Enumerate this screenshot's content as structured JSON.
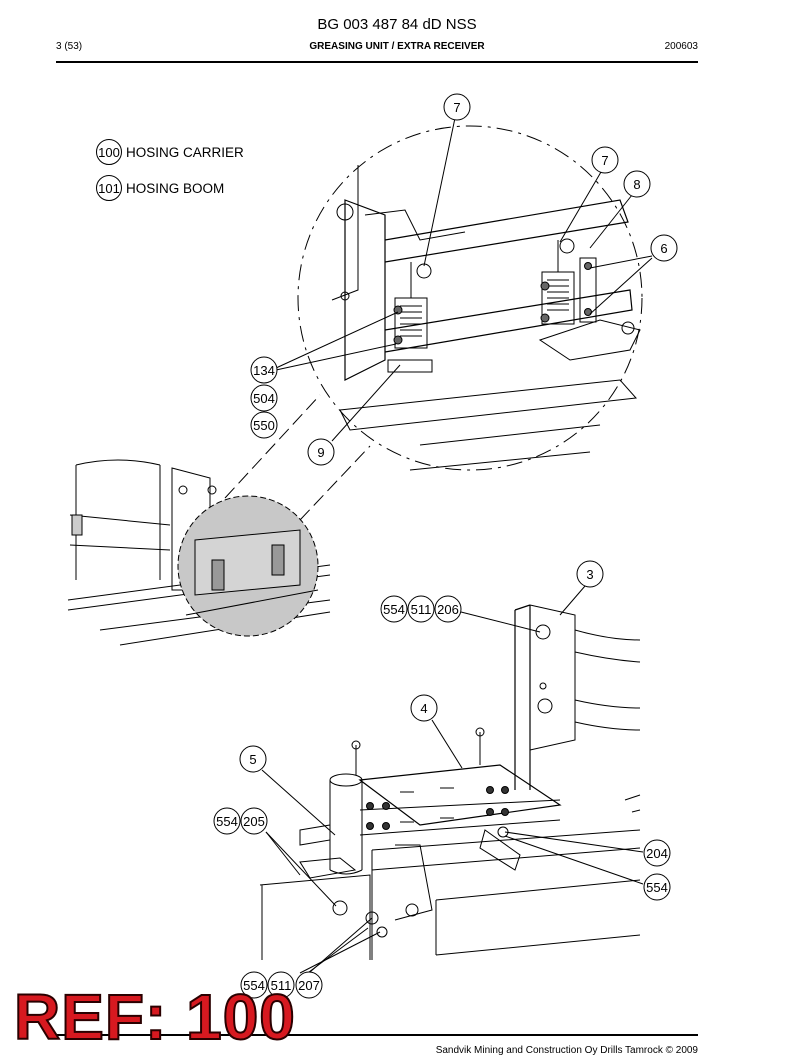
{
  "header": {
    "doc_id": "BG 003 487 84 dD NSS",
    "page": "3 (53)",
    "section": "GREASING UNIT / EXTRA RECEIVER",
    "date": "200603"
  },
  "legend": [
    {
      "num": "100",
      "label": "HOSING CARRIER"
    },
    {
      "num": "101",
      "label": "HOSING BOOM"
    }
  ],
  "callouts": {
    "c7a": "7",
    "c7b": "7",
    "c8": "8",
    "c6": "6",
    "c134": "134",
    "c504": "504",
    "c550": "550",
    "c9": "9",
    "c3": "3",
    "c554a": "554",
    "c511a": "511",
    "c206": "206",
    "c4": "4",
    "c5": "5",
    "c554b": "554",
    "c205": "205",
    "c204": "204",
    "c554c": "554",
    "c554d": "554",
    "c511b": "511",
    "c207": "207"
  },
  "stamp": "REF: 100",
  "footer": {
    "text": "Sandvik Mining and Construction Oy Drills Tamrock © 2009"
  }
}
